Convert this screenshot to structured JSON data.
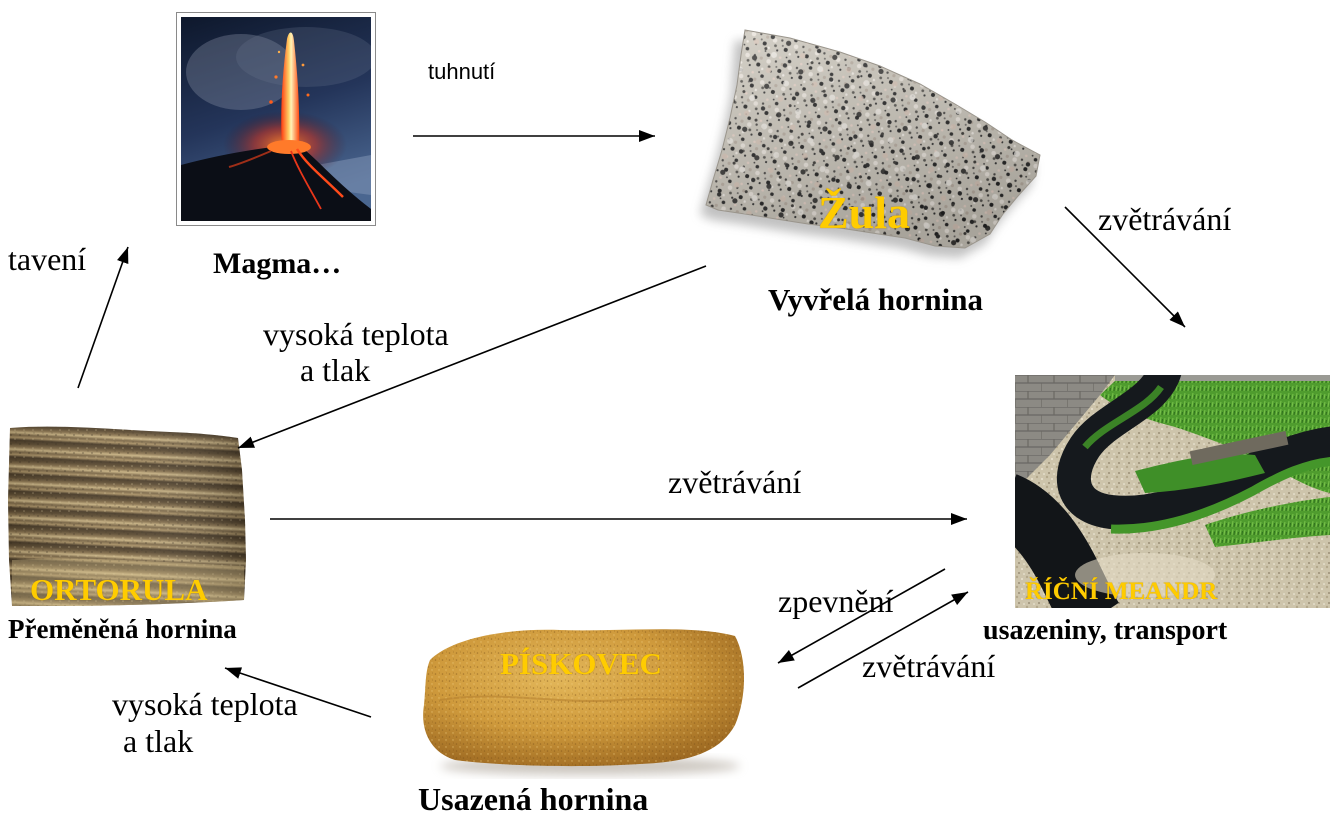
{
  "diagram": {
    "label_color": "#FFCC00",
    "arrow_color": "#000000",
    "nodes": {
      "magma": {
        "caption": "Magma…"
      },
      "igneous": {
        "caption": "Vyvřelá hornina",
        "image_label": "Žula"
      },
      "metamorphic": {
        "caption": "Přeměněná hornina",
        "image_label": "ORTORULA"
      },
      "sediments": {
        "caption": "usazeniny, transport",
        "image_label": "ŘÍČNÍ MEANDR"
      },
      "sedimentary": {
        "caption": "Usazená hornina",
        "image_label": "PÍSKOVEC"
      }
    },
    "edges": {
      "magma_to_igneous": {
        "label": "tuhnutí"
      },
      "igneous_to_sediments": {
        "label": "zvětrávání"
      },
      "igneous_to_metamorphic": {
        "label_lines": [
          "vysoká teplota",
          "a tlak"
        ]
      },
      "metamorphic_to_magma": {
        "label": "tavení"
      },
      "metamorphic_to_sediments": {
        "label": "zvětrávání"
      },
      "sediments_to_sedimentary": {
        "label": "zpevnění"
      },
      "sedimentary_to_sediments": {
        "label": "zvětrávání"
      },
      "sedimentary_to_metamorphic": {
        "label_lines": [
          "vysoká teplota",
          "a tlak"
        ]
      }
    }
  }
}
